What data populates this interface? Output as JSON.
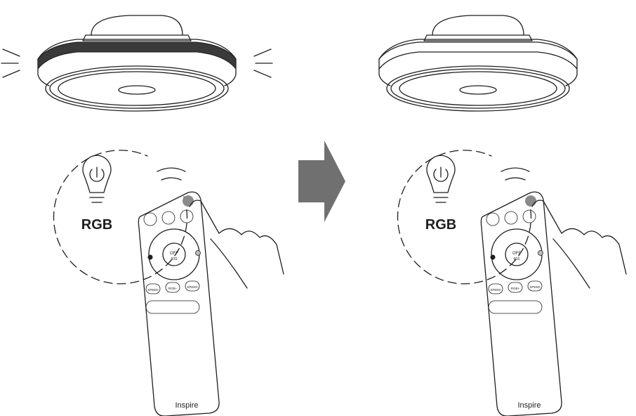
{
  "panels": [
    {
      "id": "before",
      "light_band_dark": true,
      "icon_label": "RGB",
      "remote": {
        "brand": "Inspire",
        "center_top": "OFF",
        "center_bottom": "60S",
        "buttons_row": [
          "SPEED",
          "RGB+",
          "SPEED"
        ]
      }
    },
    {
      "id": "after",
      "light_band_dark": false,
      "icon_label": "RGB",
      "remote": {
        "brand": "Inspire",
        "center_top": "OFF",
        "center_bottom": "60S",
        "buttons_row": [
          "SPEED",
          "RGB+",
          "SPEED"
        ]
      }
    }
  ],
  "arrow": {
    "direction": "right",
    "color": "#707070"
  },
  "colors": {
    "line": "#1e1e1e",
    "band": "#3a3a3a",
    "arrow": "#707070",
    "press": "#8a8a8a"
  }
}
